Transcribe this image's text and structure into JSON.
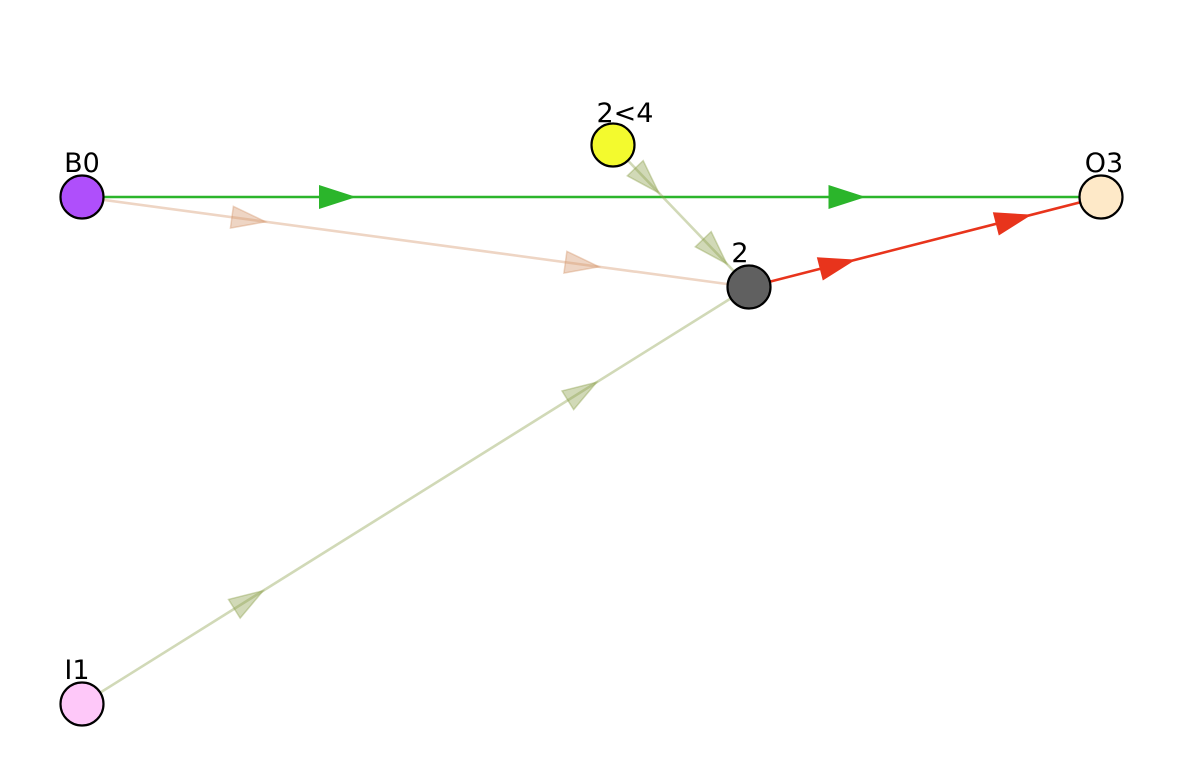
{
  "nodes": [
    {
      "id": "B0",
      "label": "B0",
      "color": "#af4ffb"
    },
    {
      "id": "I1",
      "label": "I1",
      "color": "#fec8f9"
    },
    {
      "id": "2<4",
      "label": "2<4",
      "color": "#f3fa2e"
    },
    {
      "id": "2",
      "label": "2",
      "color": "#606060"
    },
    {
      "id": "O3",
      "label": "O3",
      "color": "#fee9c8"
    }
  ],
  "edges": [
    {
      "from": "B0",
      "to": "O3",
      "color": "#2bb52b",
      "opacity": 1.0
    },
    {
      "from": "B0",
      "to": "2",
      "color": "#d4956c",
      "opacity": 0.4
    },
    {
      "from": "2<4",
      "to": "2",
      "color": "#8b9f4c",
      "opacity": 0.4
    },
    {
      "from": "I1",
      "to": "2",
      "color": "#8b9f4c",
      "opacity": 0.4
    },
    {
      "from": "2",
      "to": "O3",
      "color": "#e8341c",
      "opacity": 1.0
    }
  ]
}
